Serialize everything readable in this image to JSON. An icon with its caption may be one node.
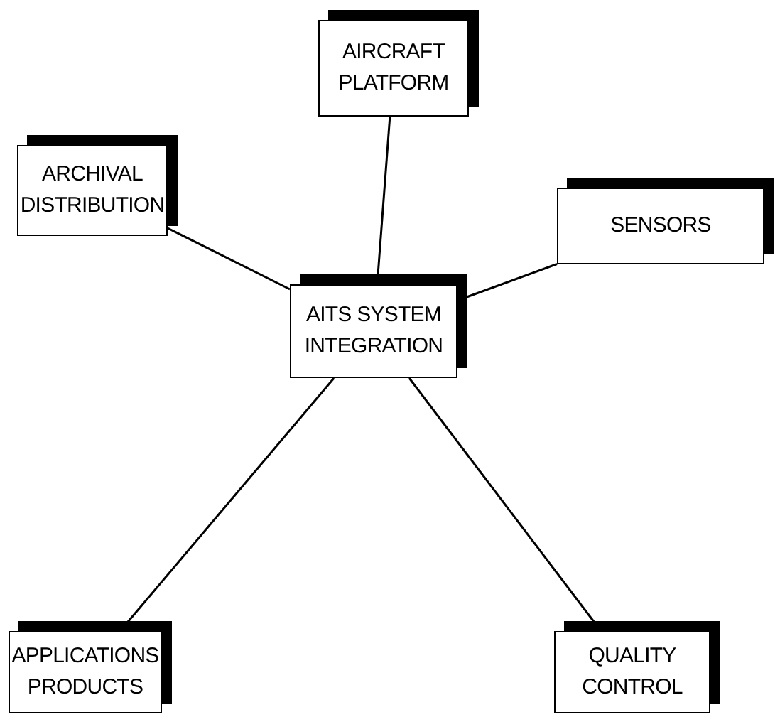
{
  "diagram": {
    "nodes": [
      {
        "text": [
          "AIRCRAFT PLATFORM"
        ]
      },
      {
        "text": [
          "ARCHIVAL DISTRIBUTION"
        ]
      },
      {
        "text": [
          "SENSORS"
        ]
      },
      {
        "text": [
          "AITS SYSTEM INTEGRATION"
        ]
      },
      {
        "text": [
          "APPLICATIONS PRODUCTS"
        ]
      },
      {
        "text": [
          "QUALITY CONTROL"
        ]
      }
    ],
    "edges": [
      {
        "from": 0,
        "to": 3,
        "arrow": "none"
      },
      {
        "from": 1,
        "to": 3,
        "arrow": "none"
      },
      {
        "from": 2,
        "to": 3,
        "arrow": "none"
      },
      {
        "from": 3,
        "to": 4,
        "arrow": "none"
      },
      {
        "from": 3,
        "to": 5,
        "arrow": "none"
      }
    ]
  }
}
